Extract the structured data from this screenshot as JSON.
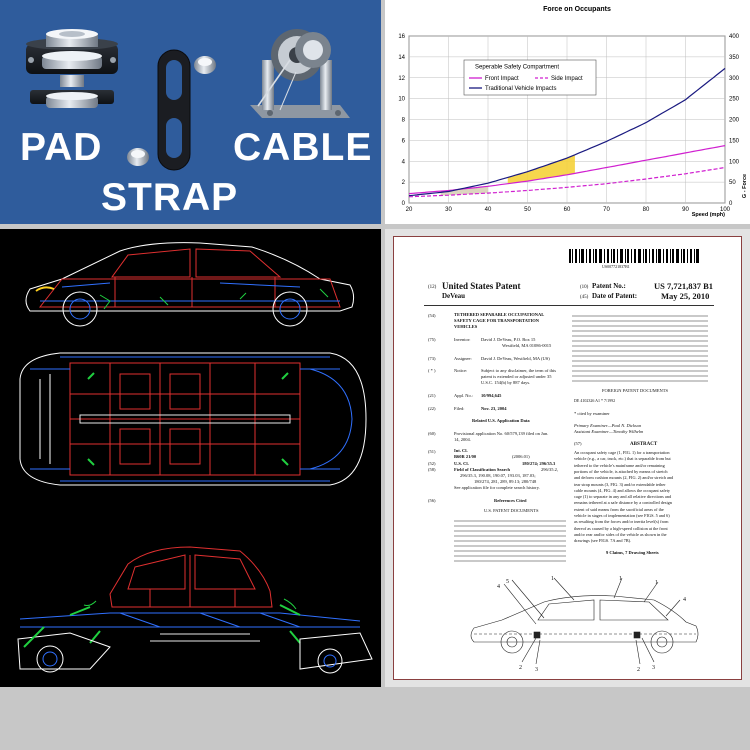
{
  "pad_strap_cable": {
    "pad_label": "PAD",
    "strap_label": "STRAP",
    "cable_label": "CABLE",
    "background_color": "#2f5c9c"
  },
  "chart_data": {
    "type": "line",
    "title": "Force on Occupants",
    "xlabel": "Speed (mph)",
    "ylabel_right": "G - Force",
    "xlim": [
      20,
      100
    ],
    "ylim_left": [
      0,
      16
    ],
    "ylim_right": [
      0,
      400
    ],
    "x_ticks": [
      20,
      30,
      40,
      50,
      60,
      70,
      80,
      90,
      100
    ],
    "y_ticks_left": [
      0,
      2,
      4,
      6,
      8,
      10,
      12,
      14,
      16
    ],
    "y_ticks_right": [
      0,
      50,
      100,
      150,
      200,
      250,
      300,
      350,
      400
    ],
    "grid": true,
    "legend_title": "Seperable Safety Compartment",
    "legend_placement": "top-center",
    "series": [
      {
        "name": "Front Impact",
        "color": "#d020d0",
        "style": "solid",
        "x": [
          20,
          30,
          40,
          50,
          60,
          70,
          80,
          90,
          100
        ],
        "y": [
          0.9,
          1.2,
          1.6,
          2.1,
          2.7,
          3.4,
          4.1,
          4.8,
          5.5
        ]
      },
      {
        "name": "Side Impact",
        "color": "#d020d0",
        "style": "dashed",
        "x": [
          20,
          30,
          40,
          50,
          60,
          70,
          80,
          90,
          100
        ],
        "y": [
          0.6,
          0.75,
          0.95,
          1.2,
          1.5,
          1.85,
          2.3,
          2.8,
          3.4
        ]
      },
      {
        "name": "Traditional Vehicle Impacts",
        "color": "#1a1a80",
        "style": "solid",
        "x": [
          20,
          30,
          40,
          50,
          60,
          70,
          80,
          90,
          100
        ],
        "y": [
          0.7,
          1.1,
          1.9,
          3.0,
          4.3,
          5.9,
          7.7,
          9.9,
          12.9
        ]
      }
    ]
  },
  "patent": {
    "barcode_number": "US007721837B1",
    "country": "United States Patent",
    "inventor_surname": "DeVeau",
    "patent_no_label": "Patent No.:",
    "patent_no": "US 7,721,837 B1",
    "date_label": "Date of Patent:",
    "date": "May 25, 2010",
    "codes": {
      "c12": "(12)",
      "c10": "(10)",
      "c45": "(45)",
      "c54": "(54)",
      "c75": "(75)",
      "c73": "(73)",
      "c_star": "( * )",
      "c21": "(21)",
      "c22": "(22)",
      "c60": "(60)",
      "c51": "(51)",
      "c52": "(52)",
      "c58": "(58)",
      "c56": "(56)",
      "c57": "(57)"
    },
    "title_lines": [
      "TETHERED SEPARABLE OCCUPATIONAL",
      "SAFETY CAGE FOR TRANSPORTATION",
      "VEHICLES"
    ],
    "inventor_label": "Inventor:",
    "inventor_lines": [
      "David J. DeVeau, P.O. Box 15",
      "Westfield, MA 01086-0015"
    ],
    "assignee_label": "Assignee:",
    "assignee": "David J. DeVeau, Westfield, MA (US)",
    "notice_label": "Notice:",
    "notice_lines": [
      "Subject to any disclaimer, the term of this",
      "patent is extended or adjusted under 35",
      "U.S.C. 154(b) by 887 days."
    ],
    "appl_label": "Appl. No.:",
    "appl_no": "10/994,645",
    "filed_label": "Filed:",
    "filed": "Nov. 23, 2004",
    "related_heading": "Related U.S. Application Data",
    "provisional_lines": [
      "Provisional application No. 60/579,139 filed on Jun.",
      "14, 2004."
    ],
    "intcl_label": "Int. Cl.",
    "intcl_code": "B60R 21/00",
    "intcl_year": "(2006.01)",
    "uscl_label": "U.S. Cl.",
    "uscl_value": "180/274; 296/35.3",
    "field_label": "Field of Classification Search",
    "field_lines": [
      "296/35.2,",
      "296/35.3, 190.08, 190.07, 193.03, 187.03;",
      "180/274, 281, 289, 89.13; 280/748"
    ],
    "field_see": "See application file for complete search history.",
    "refs_heading": "References Cited",
    "us_docs_heading": "U.S. PATENT DOCUMENTS",
    "foreign_heading": "FOREIGN PATENT DOCUMENTS",
    "foreign_entry": "DE        4102326 A1 *    7/1992",
    "cited_note": "* cited by examiner",
    "primary_examiner": "Primary Examiner—Paul N. Dickson",
    "assistant_examiner": "Assistant Examiner—Timothy Wilhelm",
    "abstract_heading": "ABSTRACT",
    "abstract_lines": [
      "An occupant safety cage (1, FIG. 1) for a transportation",
      "vehicle (e.g., a car, truck, etc.) that is separable from but",
      "tethered to the vehicle's mainframe and/or remaining",
      "portions of the vehicle, is attached by means of stretch",
      "and deform cushion mounts (2, FIG. 2) and/or stretch and",
      "tear strap mounts (3, FIG. 3) and/or extendable tether",
      "cable mounts (4, FIG. 4) and allows the occupant safety",
      "cage (1) to separate in any and all relative directions and",
      "remains tethered at a safe distance by a controlled design",
      "extent of said means from the sacrificial areas of the",
      "vehicle in stages of implementation (see FIGS. 5 and 6)",
      "as resulting from the forces and/or inertia level(s) from",
      "thereof as caused by a high-speed collision at the front",
      "and/or rear and/or sides of the vehicle as shown in the",
      "drawings (see FIGS. 7A and 7B)."
    ],
    "claims_line": "9 Claims, 7 Drawing Sheets",
    "fig_labels": [
      "4",
      "5",
      "1",
      "1",
      "1",
      "2",
      "3",
      "2",
      "3",
      "4"
    ]
  }
}
